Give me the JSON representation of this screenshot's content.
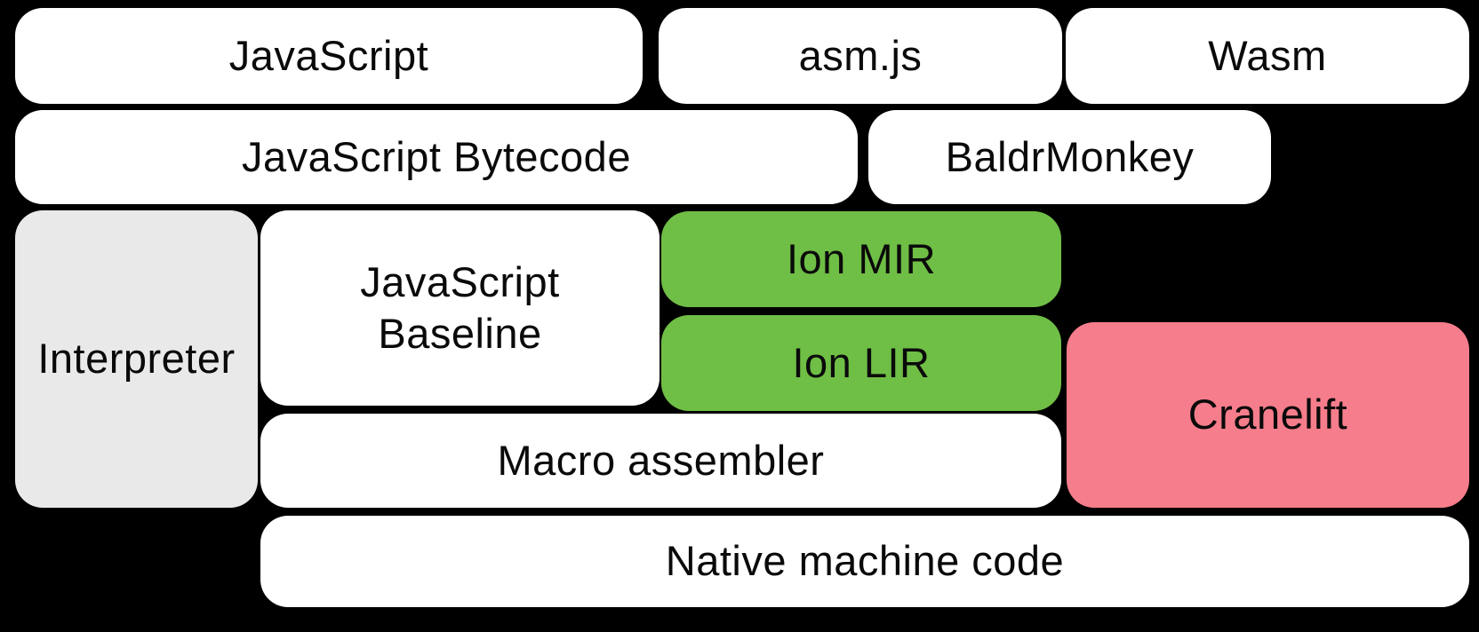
{
  "diagram": {
    "background": "#000000",
    "colors": {
      "box_white": "#ffffff",
      "box_gray": "#e9e9e9",
      "box_green": "#6fbe45",
      "box_pink": "#f67d8b",
      "text": "#0a0a0a"
    },
    "blocks": [
      {
        "id": "javascript",
        "label": "JavaScript",
        "color": "#ffffff"
      },
      {
        "id": "asmjs",
        "label": "asm.js",
        "color": "#ffffff"
      },
      {
        "id": "wasm",
        "label": "Wasm",
        "color": "#ffffff"
      },
      {
        "id": "javascript-bytecode",
        "label": "JavaScript Bytecode",
        "color": "#ffffff"
      },
      {
        "id": "baldrmonkey",
        "label": "BaldrMonkey",
        "color": "#ffffff"
      },
      {
        "id": "interpreter",
        "label": "Interpreter",
        "color": "#e9e9e9"
      },
      {
        "id": "javascript-baseline",
        "label": "JavaScript Baseline",
        "line1": "JavaScript",
        "line2": "Baseline",
        "color": "#ffffff"
      },
      {
        "id": "ion-mir",
        "label": "Ion MIR",
        "color": "#6fbe45"
      },
      {
        "id": "ion-lir",
        "label": "Ion LIR",
        "color": "#6fbe45"
      },
      {
        "id": "cranelift",
        "label": "Cranelift",
        "color": "#f67d8b"
      },
      {
        "id": "macro-assembler",
        "label": "Macro assembler",
        "color": "#ffffff"
      },
      {
        "id": "native-machine-code",
        "label": "Native machine code",
        "color": "#ffffff"
      }
    ]
  }
}
